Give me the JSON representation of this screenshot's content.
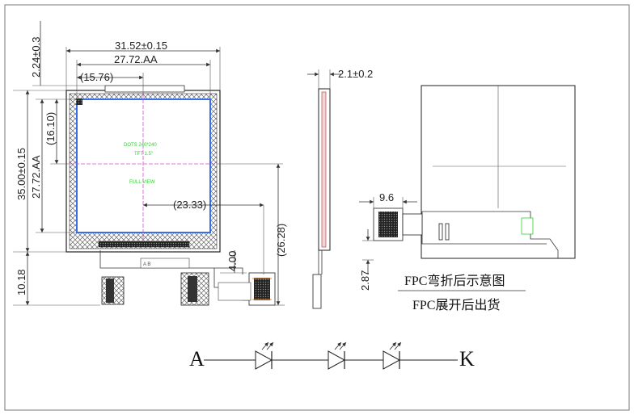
{
  "front_view": {
    "dim_width_outline": "31.52±0.15",
    "dim_width_aa": "27.72.AA",
    "dim_center_x": "(15.76)",
    "dim_top_offset": "2.24±0.3",
    "dim_height_outline": "35.00±0.15",
    "dim_height_aa": "27.72.AA",
    "dim_center_y": "(16.10)",
    "dim_fpc_offset": "(23.33)",
    "dim_fpc_length": "(26.28)",
    "dim_fpc_tail": "10.18",
    "dim_fpc_width": "4.00",
    "screen_text_dots": "DOTS 240*240",
    "screen_text_tft": "TFT 1.5\"",
    "screen_text_view": "FULL VIEW",
    "fpc_label": "A  B"
  },
  "side_view": {
    "dim_thickness": "2.1±0.2"
  },
  "back_view": {
    "dim_connector_width": "9.6",
    "dim_connector_height": "2.87",
    "caption_bent": "FPC弯折后示意图",
    "caption_flat": "FPC展开后出货"
  },
  "led_circuit": {
    "anode_label": "A",
    "cathode_label": "K",
    "diode_count": 3
  },
  "colors": {
    "screen_border": "#3b6fe8",
    "hatch": "#666666",
    "crosshair": "#d64fd6",
    "label_green": "#2fd12f",
    "fpc_trace": "#e58a2b"
  }
}
